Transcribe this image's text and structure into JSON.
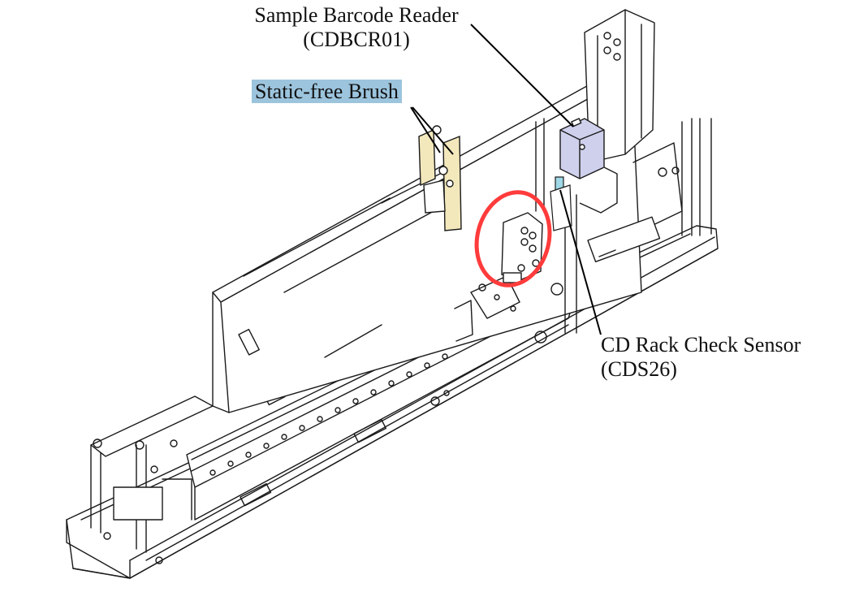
{
  "labels": {
    "barcode_reader": {
      "line1": "Sample Barcode Reader",
      "line2": "(CDBCR01)"
    },
    "brush": {
      "text": "Static-free Brush"
    },
    "rack_sensor": {
      "line1": "CD Rack Check Sensor",
      "line2": "(CDS26)"
    }
  },
  "colors": {
    "line": "#1a1a1a",
    "brush_highlight": "#9cc4dd",
    "brush_fill": "#f3e8bc",
    "barcode_reader_fill": "#cfd0ec",
    "sensor_fill": "#9fd8e6",
    "focus_circle": "#ff3b3b"
  }
}
